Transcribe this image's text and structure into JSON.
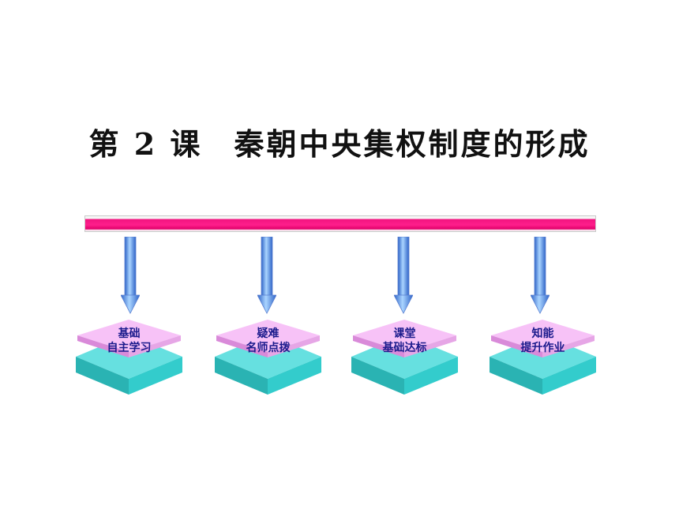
{
  "title": {
    "lesson": "第 2 课",
    "topic": "秦朝中央集权制度的形成"
  },
  "menu": [
    {
      "line1": "基础",
      "line2": "自主学习"
    },
    {
      "line1": "疑难",
      "line2": "名师点拨"
    },
    {
      "line1": "课堂",
      "line2": "基础达标"
    },
    {
      "line1": "知能",
      "line2": "提升作业"
    }
  ],
  "colors": {
    "bar": "#ff1f8c",
    "arrow": "#4f86e4",
    "diamond_top": "#f2b4f2",
    "diamond_base": "#33cccc",
    "label_text": "#1a1a8c"
  }
}
